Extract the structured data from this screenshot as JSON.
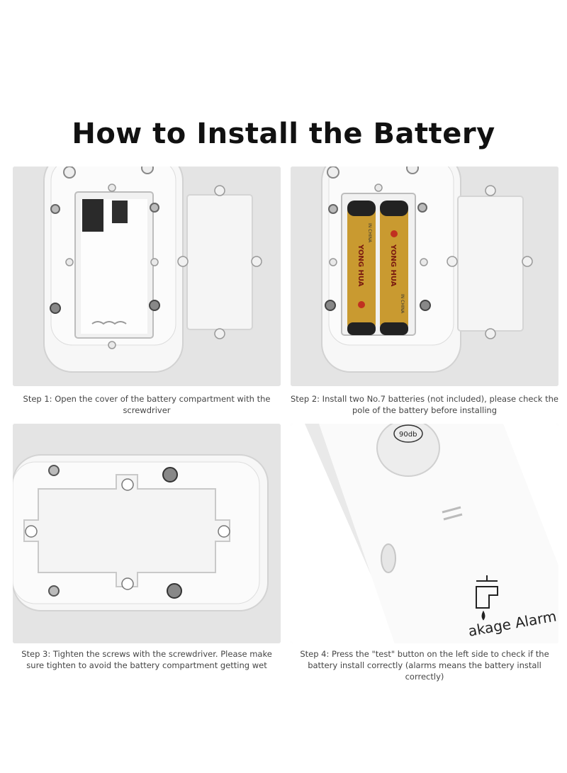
{
  "title": "How to Install the Battery",
  "steps": [
    {
      "caption": "Step 1: Open the cover of the battery compartment with the screwdriver"
    },
    {
      "caption": "Step 2: Install two No.7 batteries (not included), please check the pole of the battery before installing"
    },
    {
      "caption": "Step 3: Tighten the screws with the screwdriver. Please make sure tighten to avoid the battery compartment getting wet"
    },
    {
      "caption": "Step 4: Press the \"test\" button on the left side to check if the battery install correctly (alarms means the battery install correctly)"
    }
  ],
  "battery_label": "YONG HUA",
  "battery_origin": "IN CHINA",
  "device_sound_level": "90db",
  "device_label": "akage Alarm"
}
